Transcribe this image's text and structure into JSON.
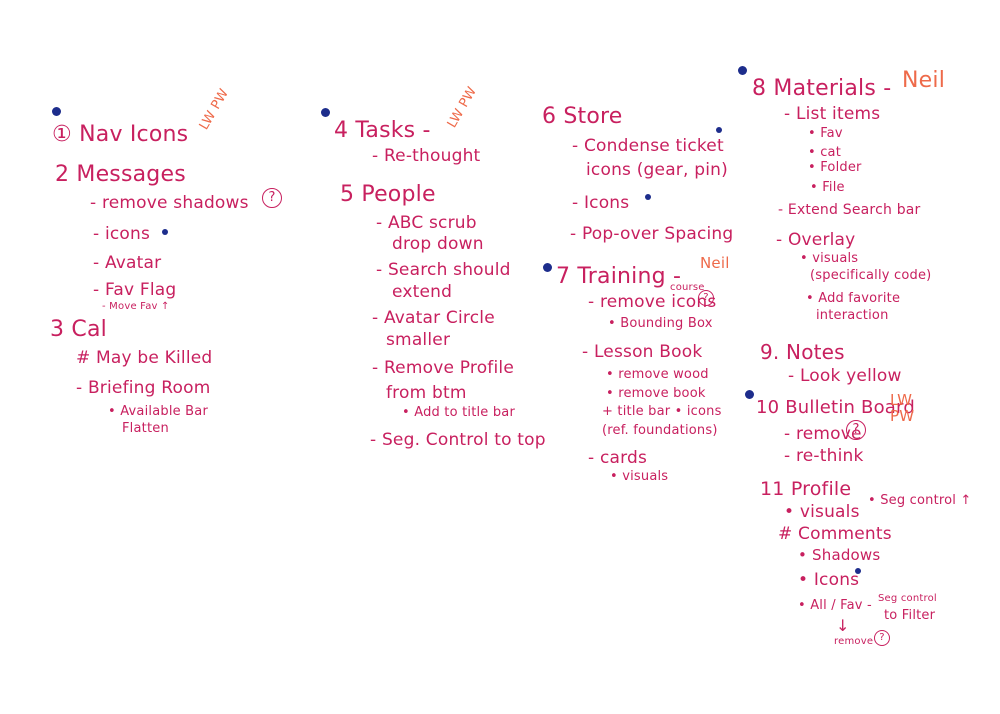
{
  "board": {
    "col1": {
      "i1": "① Nav Icons",
      "i1_tag": "LW PW",
      "i2": "2 Messages",
      "i2_a": "- remove shadows",
      "i2_a_q": "?",
      "i2_b": "- icons",
      "i2_c": "- Avatar",
      "i2_d": "- Fav Flag",
      "i2_e": "- Move Fav ↑",
      "i3": "3 Cal",
      "i3_a": "# May be Killed",
      "i3_b": "- Briefing Room",
      "i3_c": "• Available Bar",
      "i3_d": "Flatten"
    },
    "col2": {
      "i4": "4 Tasks -",
      "i4_tag": "LW PW",
      "i4_a": "- Re-thought",
      "i5": "5 People",
      "i5_a": "- ABC scrub",
      "i5_b": "drop down",
      "i5_c": "- Search should",
      "i5_d": "extend",
      "i5_e": "- Avatar Circle",
      "i5_f": "smaller",
      "i5_g": "- Remove Profile",
      "i5_h": "from btm",
      "i5_i": "• Add to title bar",
      "i5_j": "- Seg. Control to top"
    },
    "col3": {
      "i6": "6 Store",
      "i6_a": "- Condense ticket",
      "i6_b": "icons (gear, pin)",
      "i6_c": "- Icons",
      "i6_d": "- Pop-over Spacing",
      "i7": "7 Training -",
      "i7_tag": "Neil",
      "i7_course": "course",
      "i7_a": "- remove icons",
      "i7_a_q": "?",
      "i7_b": "• Bounding Box",
      "i7_c": "- Lesson Book",
      "i7_d": "• remove wood",
      "i7_e": "• remove book",
      "i7_f": "+ title bar • icons",
      "i7_g": "(ref. foundations)",
      "i7_h": "- cards",
      "i7_i": "• visuals"
    },
    "col4": {
      "i8": "8 Materials -",
      "i8_tag": "Neil",
      "i8_a": "- List items",
      "i8_b": "• Fav",
      "i8_c": "• cat",
      "i8_d": "• Folder",
      "i8_e": "• File",
      "i8_f": "- Extend Search bar",
      "i8_g": "- Overlay",
      "i8_h": "• visuals",
      "i8_i": "(specifically code)",
      "i8_j": "• Add favorite",
      "i8_k": "interaction",
      "i9": "9. Notes",
      "i9_a": "- Look yellow",
      "i10": "10 Bulletin Board",
      "i10_tag": "LW PW",
      "i10_a": "- remove",
      "i10_a_q": "?",
      "i10_b": "- re-think",
      "i11": "11 Profile",
      "i11_a": "• visuals",
      "i11_b": "• Seg control ↑",
      "i11_c": "# Comments",
      "i11_d": "• Shadows",
      "i11_e": "• Icons",
      "i11_f": "• All / Fav -",
      "i11_g": "Seg control",
      "i11_h": "to Filter",
      "i11_i": "↓",
      "i11_j": "remove",
      "i11_j_q": "?"
    }
  },
  "colors": {
    "ink": "#c8205f",
    "accent": "#ee6a4a",
    "dot": "#1d2d8c"
  }
}
